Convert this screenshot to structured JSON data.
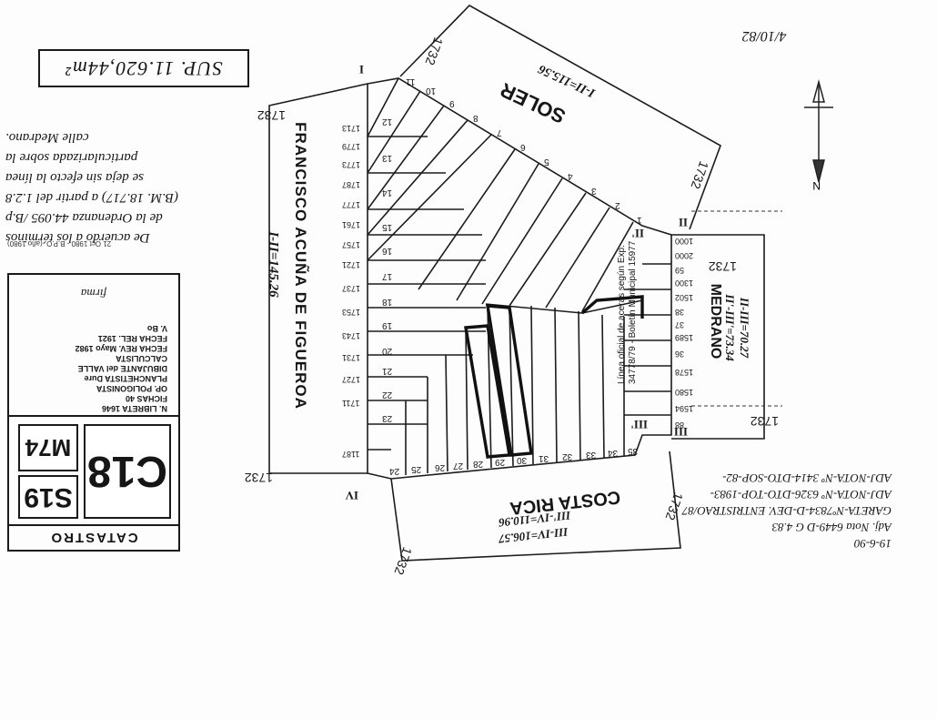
{
  "document": {
    "area_label": "SUP. 11.620,44m²",
    "notes": [
      "De acuerdo a los términos",
      "de la Ordenanza 44.095 /B.p",
      "(B.M. 18.717) a partir del 1.2.8",
      "se deja sin efecto la línea",
      "particularizada sobre la",
      "calle Medrano."
    ],
    "stamp_text": "21 Oct 1980 - B.P.O. (año 1980)",
    "title_block": {
      "catastro": "CATASTRO",
      "code_s": "S19",
      "code_c": "C18",
      "code_m": "M74",
      "fields": [
        "N. LIBRETA  1646",
        "FICHAS  40",
        "OP. POLIGONISTA",
        "PLANCHETISTA  Dure",
        "DIBUJANTE  del VALLE",
        "CALCULISTA",
        "FECHA REV.  Mayo 1982",
        "FECHA REL.  1921",
        "V. Bo"
      ],
      "signature": "firma"
    },
    "streets": {
      "figueroa": "FRANCISCO ACUÑA DE FIGUEROA",
      "figueroa_dist": "I-II=145.26",
      "soler": "SOLER",
      "soler_dist": "I-II=115.56",
      "medrano": "MEDRANO",
      "medrano_dist": "II-III=70.27",
      "medrano_dist2": "II'-III'=73.34",
      "costarica": "COSTA RICA",
      "costarica_dist1": "III-IV=106.57",
      "costarica_dist2": "III'-IV=110.96"
    },
    "adj_notes": [
      "ADJ-NOTA-Nº 3414-DTO-SOP-82-",
      "ADJ-NOTA-Nº 6326-DTO-TOP-1983-",
      "GARETA-Nº7834-D-DEV. ENTRISTRAO/87",
      "Adj. Nota 6449-D G 4.83",
      "19-6-90"
    ],
    "signature_topright": "4/10/82",
    "vertices": [
      "I",
      "II",
      "III",
      "IV",
      "II'",
      "III'"
    ],
    "block_code": "1732",
    "plots_right": [
      "1000",
      "2000",
      "59",
      "1300",
      "1502",
      "38",
      "37",
      "1589",
      "36",
      "1578",
      "1580",
      "1594",
      "88"
    ],
    "plots_left": [
      "1713",
      "1779",
      "1773",
      "1787",
      "1777",
      "1761",
      "1757",
      "1721",
      "1737",
      "1753",
      "1743",
      "1731",
      "1727",
      "1711",
      "1187"
    ],
    "plot_numbers": [
      "12",
      "13",
      "14",
      "15",
      "16",
      "17",
      "18",
      "19",
      "20",
      "21",
      "22",
      "23",
      "24",
      "25",
      "26",
      "27",
      "28",
      "29",
      "30",
      "31",
      "32",
      "33",
      "34",
      "35",
      "1",
      "2",
      "3",
      "4",
      "5",
      "6",
      "7",
      "8",
      "9",
      "10",
      "11"
    ],
    "legal_text": "Línea oficial de aceras según Exp. 34778/79 - Boletín Municipal 15977"
  }
}
